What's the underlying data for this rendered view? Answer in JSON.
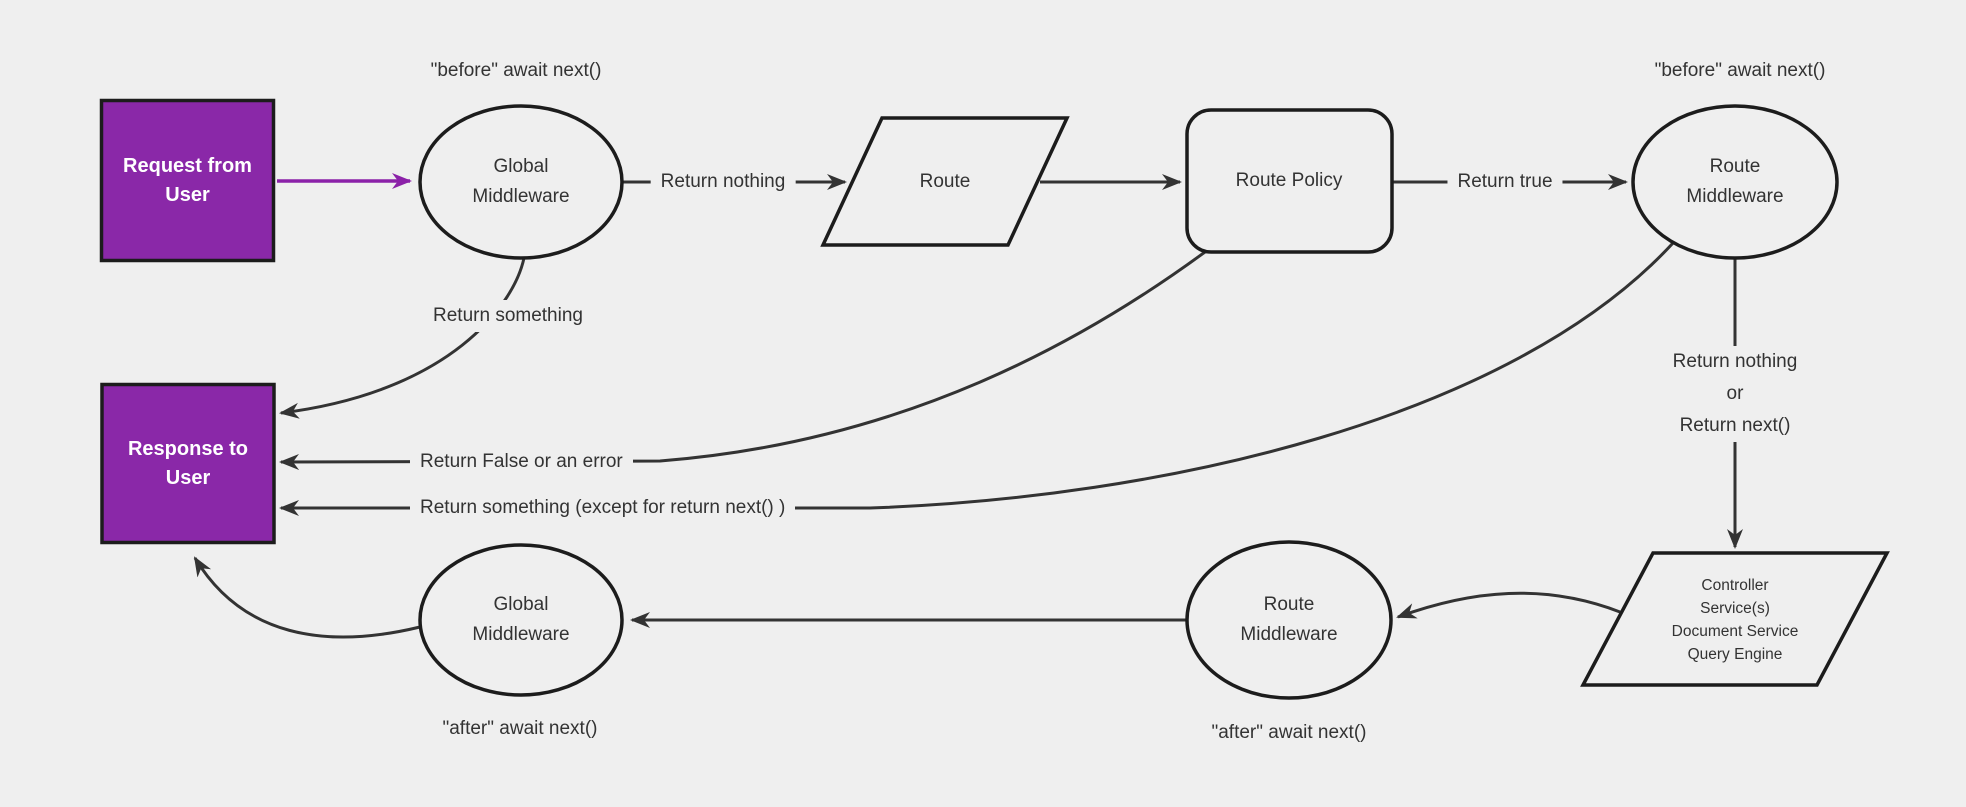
{
  "diagram": {
    "title_hint": "request lifecycle middleware flowchart",
    "colors": {
      "background": "#efefef",
      "purple_fill": "#8A28A8",
      "purple_arrow": "#8B21A8",
      "node_fill": "#efefef",
      "node_stroke": "#1c1c1c",
      "edge_color": "#333333",
      "edge_text_color": "#333333",
      "box_text_color": "#ffffff"
    },
    "nodes": {
      "request": {
        "label": "Request from\nUser"
      },
      "global_middleware_top": {
        "label": "Global\nMiddleware"
      },
      "route": {
        "label": "Route"
      },
      "route_policy": {
        "label": "Route Policy"
      },
      "route_middleware_top": {
        "label": "Route\nMiddleware"
      },
      "controller": {
        "label": "Controller\nService(s)\nDocument Service\nQuery Engine"
      },
      "route_middleware_bottom": {
        "label": "Route\nMiddleware"
      },
      "global_middleware_bottom": {
        "label": "Global\nMiddleware"
      },
      "response": {
        "label": "Response to\nUser"
      }
    },
    "annotations": {
      "before_global": "\"before\" await next()",
      "before_route": "\"before\" await next()",
      "after_route_middleware": "\"after\" await next()",
      "after_global_middleware": "\"after\" await next()"
    },
    "edge_labels": {
      "return_nothing": "Return nothing",
      "return_true": "Return true",
      "return_something": "Return something",
      "return_false_or_error": "Return False or an error",
      "return_something_except": "Return something (except for return next() )",
      "return_nothing_or_next": "Return nothing\nor\nReturn next()"
    }
  }
}
